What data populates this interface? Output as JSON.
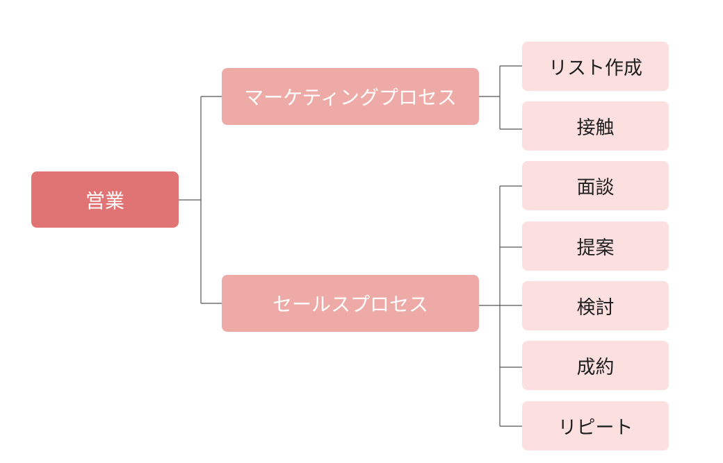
{
  "theme": {
    "root_color": "#e07474",
    "branch_color": "#eeaaa6",
    "leaf_color": "#fce0df",
    "line_color": "#555555"
  },
  "tree": {
    "root": {
      "label": "営業"
    },
    "branches": [
      {
        "key": "marketing",
        "label": "マーケティングプロセス",
        "children": [
          "リスト作成",
          "接触"
        ]
      },
      {
        "key": "sales",
        "label": "セールスプロセス",
        "children": [
          "面談",
          "提案",
          "検討",
          "成約",
          "リピート"
        ]
      }
    ]
  }
}
